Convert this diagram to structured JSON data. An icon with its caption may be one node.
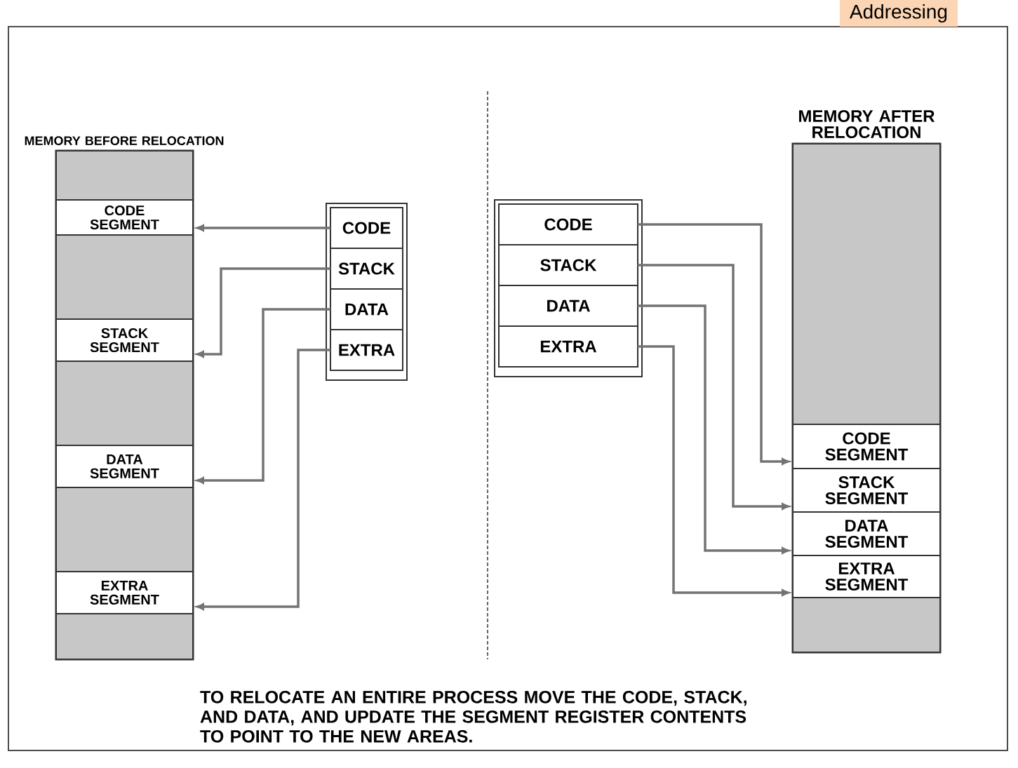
{
  "diagram": {
    "caption": "TO RELOCATE AN ENTIRE PROCESS MOVE THE CODE, STACK, AND DATA, AND UPDATE THE SEGMENT REGISTER CONTENTS TO POINT TO THE NEW AREAS.",
    "nodes": [
      {
        "text": [
          "MEMORY BEFORE RELOCATION"
        ]
      },
      {
        "text": [],
        "shape": "box",
        "in": 0
      },
      {
        "text": [
          "CODE SEGMENT"
        ],
        "in": 0
      },
      {
        "text": [],
        "shape": "box",
        "in": 0
      },
      {
        "text": [
          "STACK SEGMENT"
        ],
        "in": 0
      },
      {
        "text": [],
        "shape": "box",
        "in": 0
      },
      {
        "text": [
          "DATA SEGMENT"
        ],
        "in": 0
      },
      {
        "text": [],
        "shape": "box",
        "in": 0
      },
      {
        "text": [
          "EXTRA SEGMENT"
        ],
        "in": 0
      },
      {
        "text": [],
        "shape": "box",
        "in": 0
      },
      {
        "text": [],
        "shape": "box"
      },
      {
        "text": [
          "CODE"
        ],
        "in": 10
      },
      {
        "text": [
          "STACK"
        ],
        "in": 10
      },
      {
        "text": [
          "DATA"
        ],
        "in": 10
      },
      {
        "text": [
          "EXTRA"
        ],
        "in": 10
      },
      {
        "text": [],
        "shape": "box"
      },
      {
        "text": [
          "CODE"
        ],
        "in": 15
      },
      {
        "text": [
          "STACK"
        ],
        "in": 15
      },
      {
        "text": [
          "DATA"
        ],
        "in": 15
      },
      {
        "text": [
          "EXTRA"
        ],
        "in": 15
      },
      {
        "text": [
          "MEMORY AFTER RELOCATION"
        ]
      },
      {
        "text": [],
        "shape": "box",
        "in": 20
      },
      {
        "text": [
          "CODE SEGMENT"
        ],
        "in": 20
      },
      {
        "text": [
          "STACK SEGMENT"
        ],
        "in": 20
      },
      {
        "text": [
          "DATA SEGMENT"
        ],
        "in": 20
      },
      {
        "text": [
          "EXTRA SEGMENT"
        ],
        "in": 20
      },
      {
        "text": [],
        "shape": "box",
        "in": 20
      }
    ],
    "edges": [
      {
        "from": 11,
        "to": 2,
        "arrow": "to"
      },
      {
        "from": 12,
        "to": 4,
        "arrow": "to"
      },
      {
        "from": 13,
        "to": 6,
        "arrow": "to"
      },
      {
        "from": 14,
        "to": 8,
        "arrow": "to"
      },
      {
        "from": 16,
        "to": 22,
        "arrow": "to"
      },
      {
        "from": 17,
        "to": 23,
        "arrow": "to"
      },
      {
        "from": 18,
        "to": 24,
        "arrow": "to"
      },
      {
        "from": 19,
        "to": 25,
        "arrow": "to"
      }
    ],
    "labels": [
      "Addressing"
    ]
  }
}
